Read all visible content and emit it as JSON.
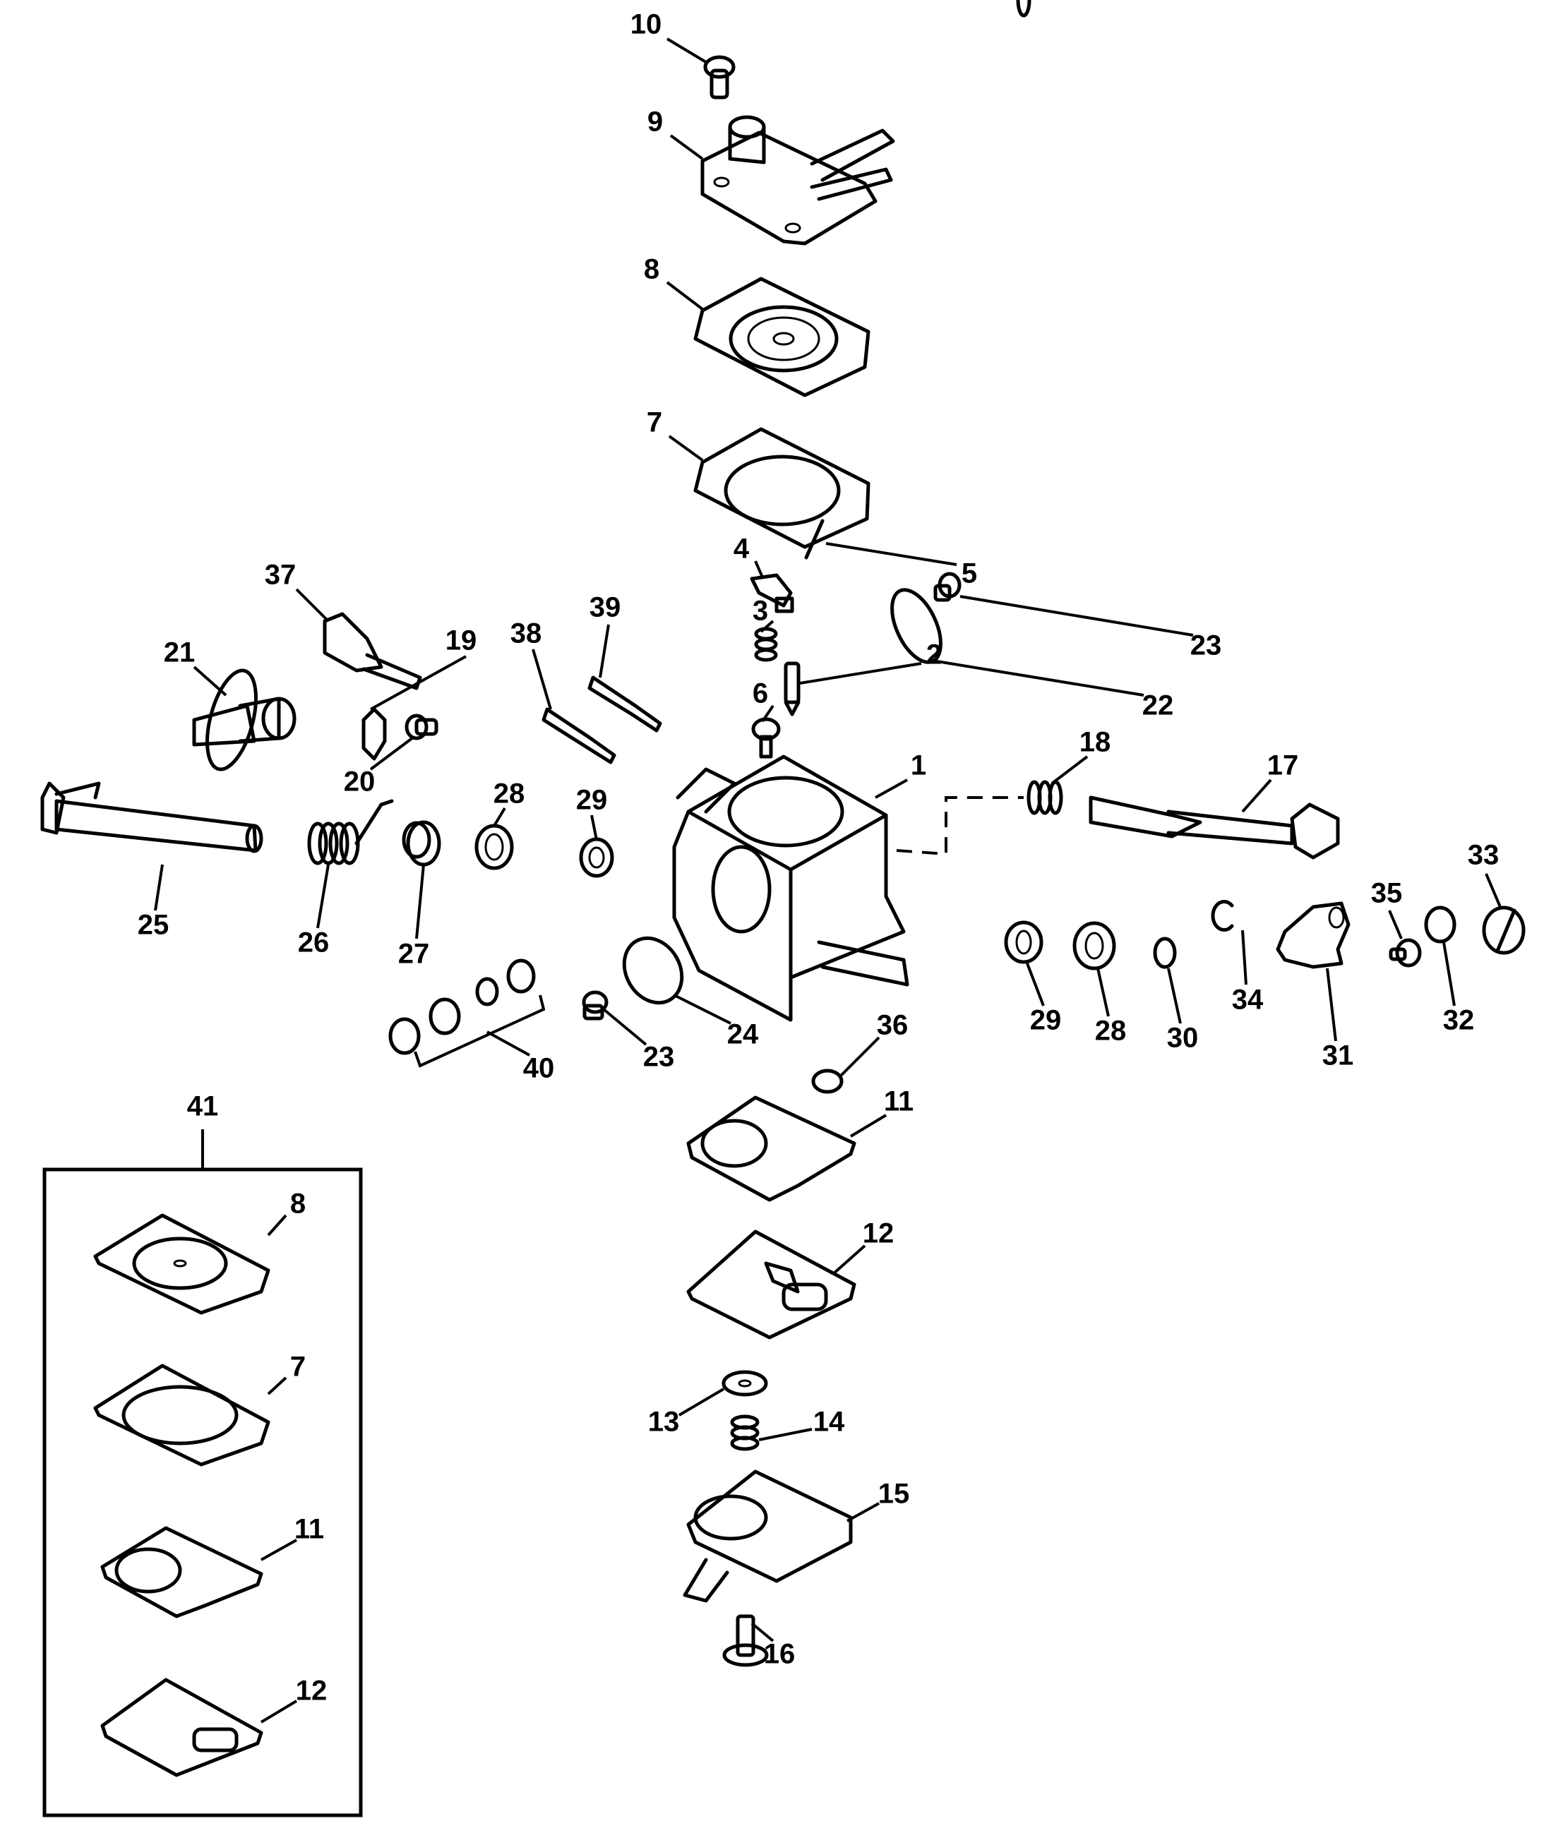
{
  "diagram": {
    "title": "Carburetor exploded parts diagram",
    "kit": {
      "label": "41",
      "contents": [
        "8",
        "7",
        "11",
        "12"
      ]
    },
    "callouts": [
      {
        "id": "c10",
        "text": "10",
        "part": "screw"
      },
      {
        "id": "c9",
        "text": "9",
        "part": "pump-cover"
      },
      {
        "id": "c8",
        "text": "8",
        "part": "pump-diaphragm"
      },
      {
        "id": "c7",
        "text": "7",
        "part": "gasket"
      },
      {
        "id": "c4",
        "text": "4",
        "part": "inlet-control-lever"
      },
      {
        "id": "c5",
        "text": "5",
        "part": "pin"
      },
      {
        "id": "c3",
        "text": "3",
        "part": "spring"
      },
      {
        "id": "c2",
        "text": "2",
        "part": "inlet-needle"
      },
      {
        "id": "c23a",
        "text": "23",
        "part": "screw"
      },
      {
        "id": "c22",
        "text": "22",
        "part": "choke-plate"
      },
      {
        "id": "c6",
        "text": "6",
        "part": "screw"
      },
      {
        "id": "c1",
        "text": "1",
        "part": "carburetor-body"
      },
      {
        "id": "c18",
        "text": "18",
        "part": "torsion-spring"
      },
      {
        "id": "c17",
        "text": "17",
        "part": "throttle-shaft"
      },
      {
        "id": "c37",
        "text": "37",
        "part": "limiter-cap"
      },
      {
        "id": "c21",
        "text": "21",
        "part": "choke-knob"
      },
      {
        "id": "c19",
        "text": "19",
        "part": "retainer"
      },
      {
        "id": "c38",
        "text": "38",
        "part": "low-speed-screw"
      },
      {
        "id": "c39",
        "text": "39",
        "part": "high-speed-screw"
      },
      {
        "id": "c20",
        "text": "20",
        "part": "screw"
      },
      {
        "id": "c28a",
        "text": "28",
        "part": "bushing"
      },
      {
        "id": "c29a",
        "text": "29",
        "part": "seal"
      },
      {
        "id": "c25",
        "text": "25",
        "part": "choke-shaft"
      },
      {
        "id": "c26",
        "text": "26",
        "part": "spring"
      },
      {
        "id": "c27",
        "text": "27",
        "part": "cap"
      },
      {
        "id": "c40",
        "text": "40",
        "part": "idle-screw-set"
      },
      {
        "id": "c23b",
        "text": "23",
        "part": "screw"
      },
      {
        "id": "c24",
        "text": "24",
        "part": "throttle-plate"
      },
      {
        "id": "c36",
        "text": "36",
        "part": "welch-plug"
      },
      {
        "id": "c11",
        "text": "11",
        "part": "metering-diaphragm"
      },
      {
        "id": "c12",
        "text": "12",
        "part": "gasket"
      },
      {
        "id": "c13",
        "text": "13",
        "part": "washer"
      },
      {
        "id": "c14",
        "text": "14",
        "part": "spring"
      },
      {
        "id": "c15",
        "text": "15",
        "part": "metering-cover"
      },
      {
        "id": "c16",
        "text": "16",
        "part": "screw"
      },
      {
        "id": "c29b",
        "text": "29",
        "part": "seal"
      },
      {
        "id": "c28b",
        "text": "28",
        "part": "bushing"
      },
      {
        "id": "c30",
        "text": "30",
        "part": "ring"
      },
      {
        "id": "c34",
        "text": "34",
        "part": "e-clip"
      },
      {
        "id": "c31",
        "text": "31",
        "part": "lever"
      },
      {
        "id": "c35",
        "text": "35",
        "part": "screw"
      },
      {
        "id": "c32",
        "text": "32",
        "part": "washer"
      },
      {
        "id": "c33",
        "text": "33",
        "part": "cap"
      },
      {
        "id": "c41",
        "text": "41",
        "part": "repair-kit"
      },
      {
        "id": "k8",
        "text": "8",
        "part": "kit-pump-diaphragm"
      },
      {
        "id": "k7",
        "text": "7",
        "part": "kit-gasket"
      },
      {
        "id": "k11",
        "text": "11",
        "part": "kit-metering-diaphragm"
      },
      {
        "id": "k12",
        "text": "12",
        "part": "kit-gasket"
      }
    ]
  }
}
